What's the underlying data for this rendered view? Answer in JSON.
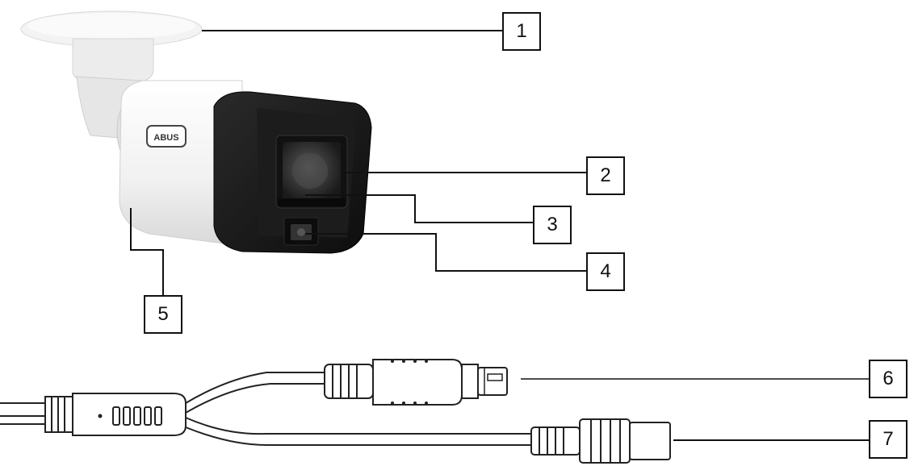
{
  "callouts": [
    {
      "id": 1,
      "label": "1",
      "part": "mounting-base"
    },
    {
      "id": 2,
      "label": "2",
      "part": "lens"
    },
    {
      "id": 3,
      "label": "3",
      "part": "lens-bottom"
    },
    {
      "id": 4,
      "label": "4",
      "part": "ir-led"
    },
    {
      "id": 5,
      "label": "5",
      "part": "camera-housing"
    },
    {
      "id": 6,
      "label": "6",
      "part": "bnc-connector"
    },
    {
      "id": 7,
      "label": "7",
      "part": "dc-power-connector"
    }
  ],
  "brand_logo": "ABUS",
  "colors": {
    "housing": "#f2f2f2",
    "hood": "#1a1a1a",
    "cable": "#f5f5f5",
    "line": "#111111"
  }
}
